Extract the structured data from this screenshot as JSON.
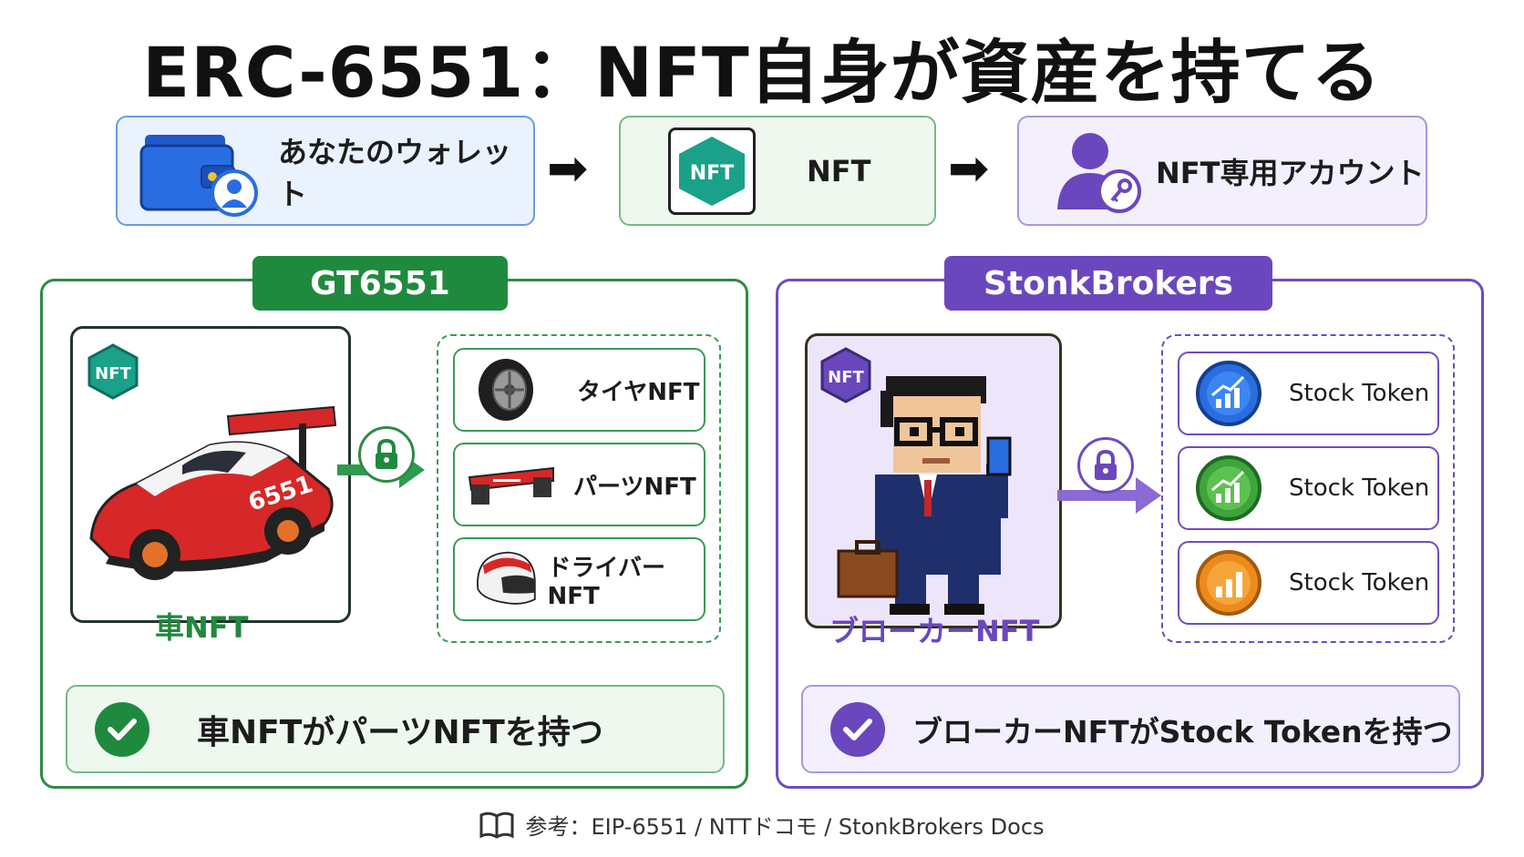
{
  "title": "ERC-6551：NFT自身が資産を持てる",
  "flow": {
    "wallet_label": "あなたのウォレット",
    "nft_label": "NFT",
    "account_label": "NFT専用アカウント",
    "nft_badge": "NFT",
    "arrow_glyph": "➡"
  },
  "gt": {
    "tag": "GT6551",
    "badge": "NFT",
    "car_number": "6551",
    "caption": "車NFT",
    "items": [
      {
        "label": "タイヤNFT",
        "icon": "tire-icon"
      },
      {
        "label": "パーツNFT",
        "icon": "spoiler-icon"
      },
      {
        "label": "ドライバーNFT",
        "icon": "helmet-icon"
      }
    ],
    "summary": "車NFTがパーツNFTを持つ",
    "accent": "#1f8a3d"
  },
  "stonk": {
    "tag": "StonkBrokers",
    "badge": "NFT",
    "caption": "ブローカーNFT",
    "items": [
      {
        "label": "Stock Token",
        "icon": "blue-chart-coin-icon"
      },
      {
        "label": "Stock Token",
        "icon": "green-chart-coin-icon"
      },
      {
        "label": "Stock Token",
        "icon": "orange-bar-coin-icon"
      }
    ],
    "summary": "ブローカーNFTがStock Tokenを持つ",
    "accent": "#6b47bd"
  },
  "footer": "参考：EIP-6551 / NTTドコモ / StonkBrokers Docs"
}
